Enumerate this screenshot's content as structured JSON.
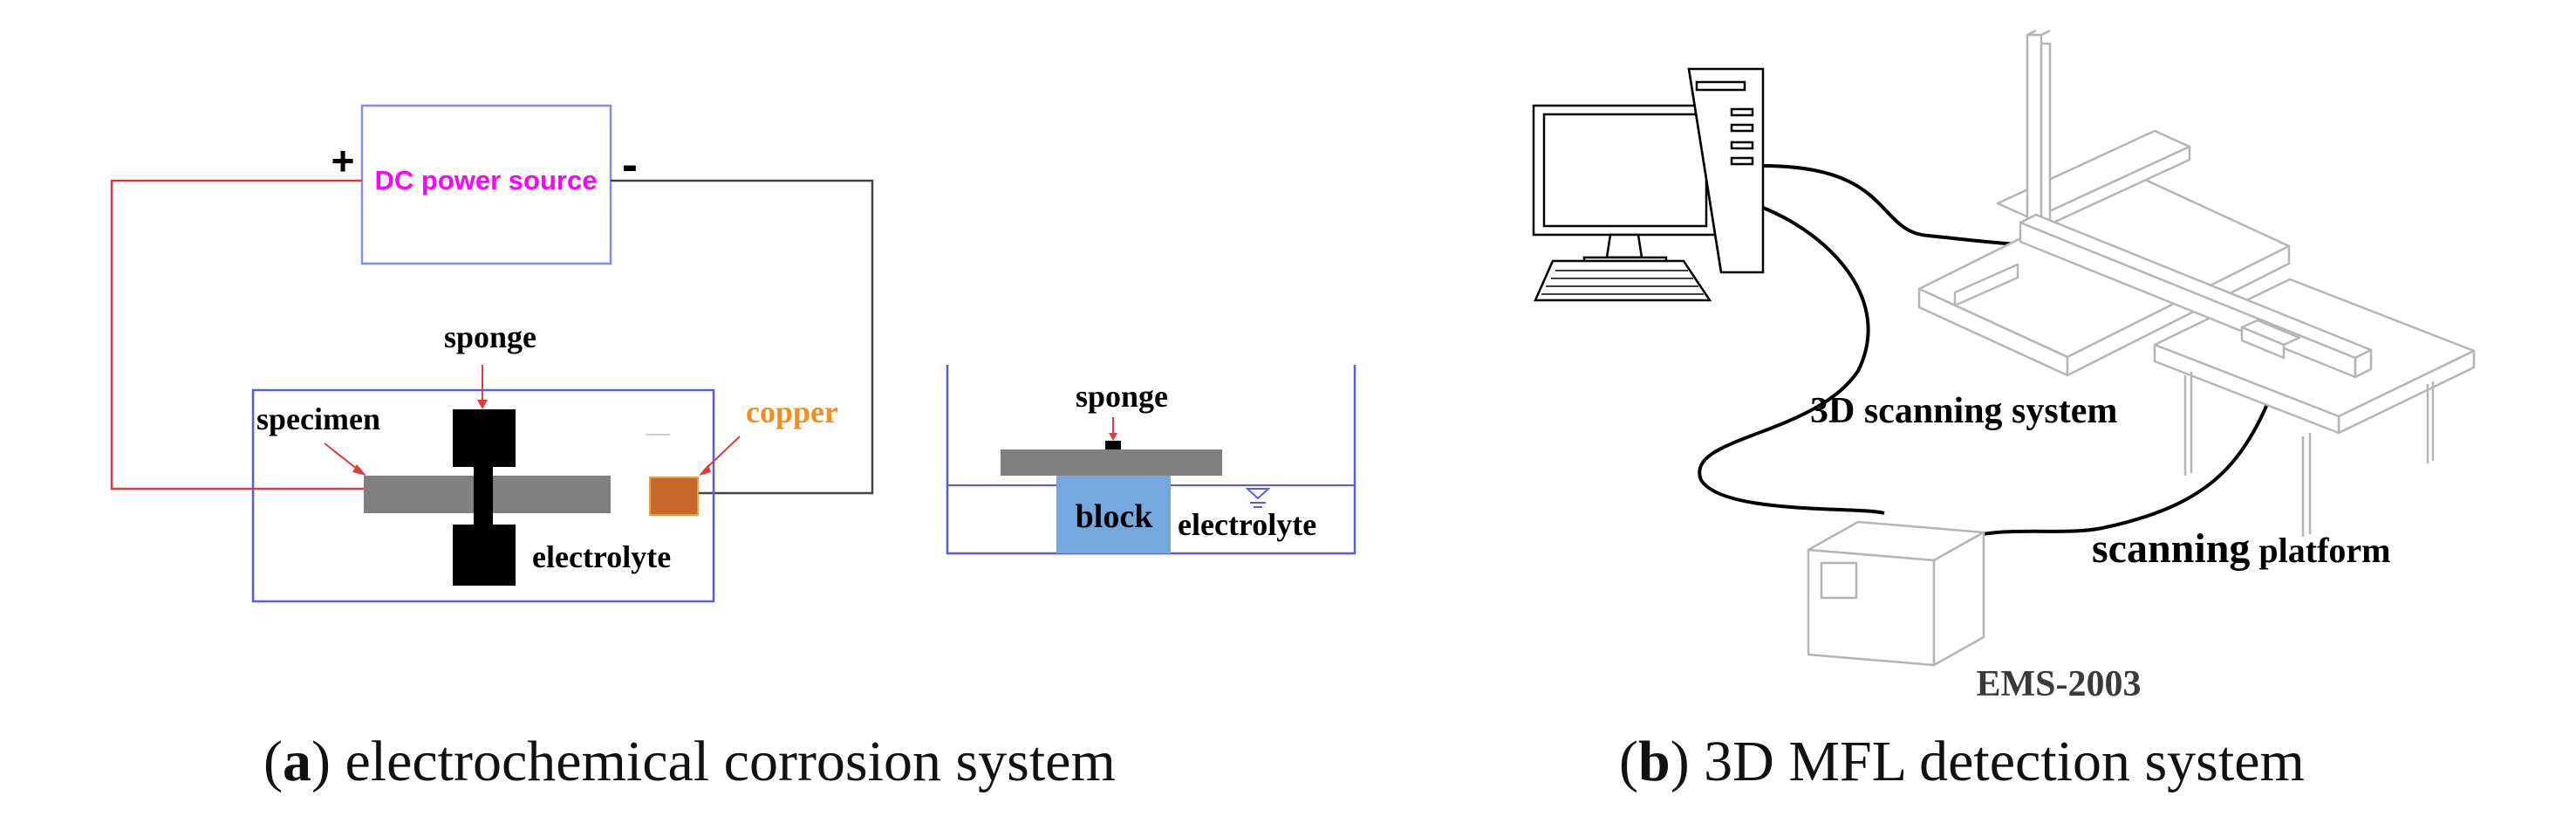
{
  "panel_a": {
    "power_source_label": "DC power source",
    "plus_sign": "+",
    "minus_sign": "-",
    "sponge_label": "sponge",
    "specimen_label": "specimen",
    "copper_label": "copper",
    "electrolyte_label": "electrolyte",
    "inset": {
      "sponge_label": "sponge",
      "block_label": "block",
      "electrolyte_label": "electrolyte"
    },
    "caption": {
      "open": "(",
      "letter": "a",
      "text": ") electrochemical corrosion system"
    }
  },
  "panel_b": {
    "scanning_system_label": "3D scanning system",
    "scanning_word": "scanning",
    "platform_word": " platform",
    "ems_label": "EMS-2003",
    "caption": {
      "open": "(",
      "letter": "b",
      "text": ") 3D MFL detection system"
    }
  },
  "colors": {
    "power_text": "#ff00ff",
    "copper_text": "#ef8f1f",
    "copper_fill": "#c8672a",
    "box_border": "#5a5ae6",
    "red_wire": "#e23a3a",
    "block_fill": "#75a8df",
    "specimen_fill": "#808080"
  }
}
